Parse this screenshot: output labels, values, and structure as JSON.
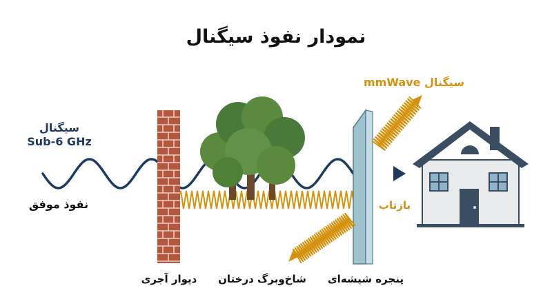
{
  "title": "نمودار نفوذ سیگنال",
  "sub6_signal": {
    "line1": "سیگنال",
    "line2": "Sub-6 GHz"
  },
  "success_label": "نفوذ موفق",
  "mmwave_label": "سیگنال mmWave",
  "reflection_label": "بازتاب",
  "obstacles": {
    "brick_wall": "دیوار آجری",
    "trees": "شاخ‌وبرگ درختان",
    "glass_window": "پنجره شیشه‌ای"
  },
  "colors": {
    "sub6_wave": "#1e3a5f",
    "mmwave": "#d4930f",
    "brick": "#b5563f",
    "foliage": "#4a7a3a",
    "house_wall": "#e8eaec",
    "roof": "#3b4d61"
  }
}
